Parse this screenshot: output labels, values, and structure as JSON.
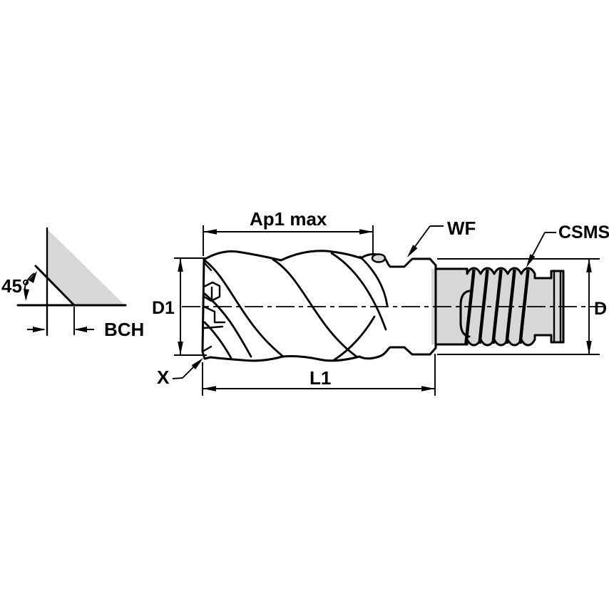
{
  "figure": {
    "detail_view": {
      "angle_label": "45°",
      "chamfer_label": "BCH"
    },
    "main_view": {
      "dim_ap1": "Ap1 max",
      "dim_d1": "D1",
      "dim_l1": "L1",
      "dim_d": "D",
      "label_wf": "WF",
      "label_csms": "CSMS",
      "label_x": "X"
    },
    "colors": {
      "body_fill": "#d7d7d7",
      "line": "#000000",
      "background": "#ffffff"
    }
  }
}
